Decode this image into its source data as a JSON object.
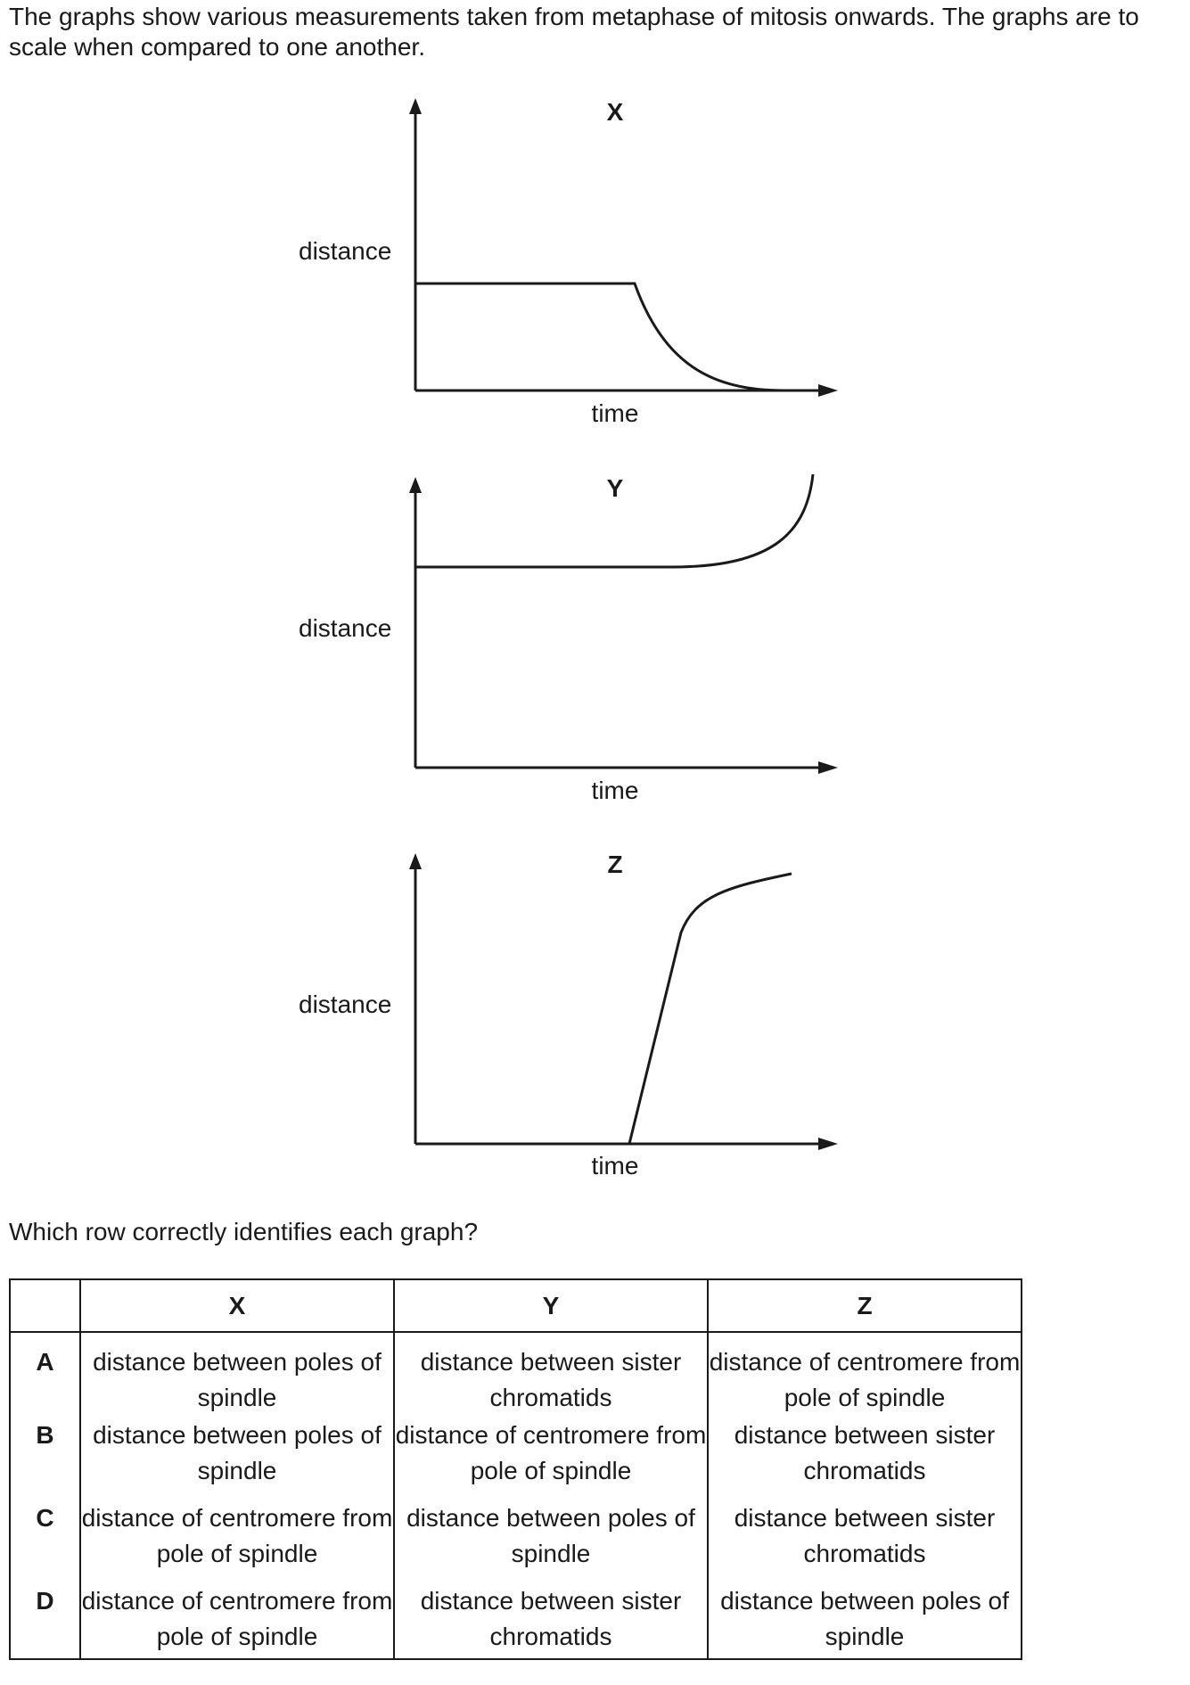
{
  "intro": "The graphs show various measurements taken from metaphase of mitosis onwards. The graphs are to scale when compared to one another.",
  "graphs": [
    {
      "title": "X",
      "ylabel": "distance",
      "xlabel": "time"
    },
    {
      "title": "Y",
      "ylabel": "distance",
      "xlabel": "time"
    },
    {
      "title": "Z",
      "ylabel": "distance",
      "xlabel": "time"
    }
  ],
  "question": "Which row correctly identifies each graph?",
  "table": {
    "headers": [
      "",
      "X",
      "Y",
      "Z"
    ],
    "rows": [
      {
        "letter": "A",
        "x": "distance between poles of spindle",
        "y": "distance between sister chromatids",
        "z": "distance of centromere from pole of spindle"
      },
      {
        "letter": "B",
        "x": "distance between poles of spindle",
        "y": "distance of centromere from pole of spindle",
        "z": "distance between sister chromatids"
      },
      {
        "letter": "C",
        "x": "distance of centromere from pole of spindle",
        "y": "distance between poles of spindle",
        "z": "distance between sister chromatids"
      },
      {
        "letter": "D",
        "x": "distance of centromere from pole of spindle",
        "y": "distance between sister chromatids",
        "z": "distance between poles of spindle"
      }
    ]
  }
}
